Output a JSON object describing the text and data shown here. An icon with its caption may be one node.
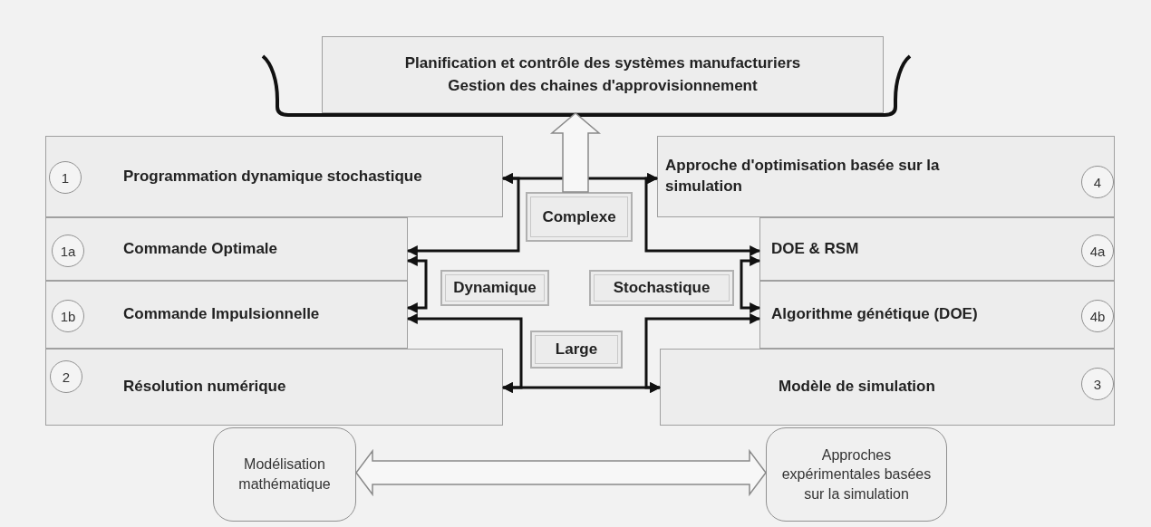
{
  "diagram": {
    "nodes": [
      {
        "text": [
          "Planification et contrôle des systèmes manufacturiers",
          "Gestion des chaines d'approvisionnement"
        ]
      },
      {
        "text": [
          "Programmation dynamique stochastique"
        ]
      },
      {
        "text": [
          "1"
        ],
        "in": 1
      },
      {
        "text": [
          "Commande Optimale"
        ]
      },
      {
        "text": [
          "1a"
        ],
        "in": 3
      },
      {
        "text": [
          "Commande Impulsionnelle"
        ]
      },
      {
        "text": [
          "1b"
        ],
        "in": 5
      },
      {
        "text": [
          "Résolution numérique"
        ]
      },
      {
        "text": [
          "2"
        ],
        "in": 7
      },
      {
        "text": [
          "Approche d'optimisation basée sur la simulation"
        ]
      },
      {
        "text": [
          "4"
        ],
        "in": 9
      },
      {
        "text": [
          "DOE & RSM"
        ]
      },
      {
        "text": [
          "4a"
        ],
        "in": 11
      },
      {
        "text": [
          "Algorithme génétique (DOE)"
        ]
      },
      {
        "text": [
          "4b"
        ],
        "in": 13
      },
      {
        "text": [
          "Modèle de simulation"
        ]
      },
      {
        "text": [
          "3"
        ],
        "in": 15
      },
      {
        "text": [
          "Complexe"
        ]
      },
      {
        "text": [
          "Dynamique"
        ]
      },
      {
        "text": [
          "Stochastique"
        ]
      },
      {
        "text": [
          "Large"
        ]
      },
      {
        "text": [
          "Modélisation mathématique"
        ]
      },
      {
        "text": [
          "Approches expérimentales basées sur la simulation"
        ]
      }
    ],
    "edges": [
      {
        "from": 1,
        "to": 9,
        "arrow": "both"
      },
      {
        "from": 1,
        "to": 3,
        "arrow": "both"
      },
      {
        "from": 9,
        "to": 11,
        "arrow": "both"
      },
      {
        "from": 3,
        "to": 5,
        "arrow": "both"
      },
      {
        "from": 11,
        "to": 13,
        "arrow": "both"
      },
      {
        "from": 5,
        "to": 7,
        "arrow": "both"
      },
      {
        "from": 13,
        "to": 15,
        "arrow": "both"
      },
      {
        "from": 7,
        "to": 15,
        "arrow": "both"
      },
      {
        "from": 17,
        "to": 0,
        "arrow": "to"
      },
      {
        "from": 21,
        "to": 22,
        "arrow": "both"
      }
    ]
  }
}
